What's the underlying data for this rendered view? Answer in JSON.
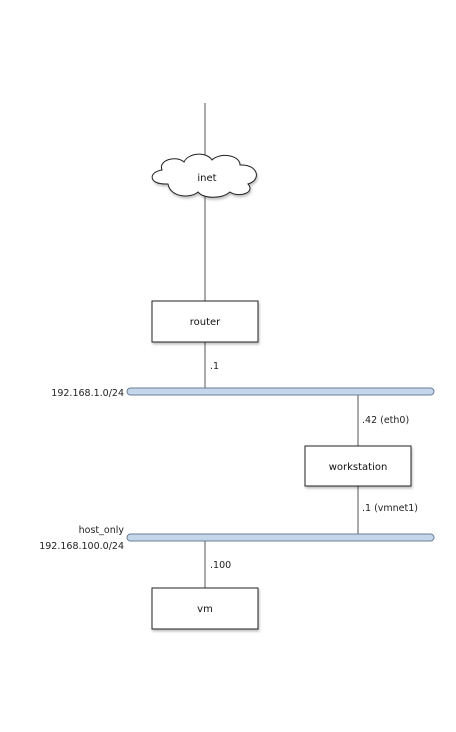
{
  "colors": {
    "line": "#555555",
    "node_border": "#222222",
    "node_fill": "#ffffff",
    "network_bar_fill": "#c4d6ea",
    "network_bar_stroke": "#6a7f96"
  },
  "cloud": {
    "icon": "cloud-icon",
    "label": "inet"
  },
  "nodes": {
    "router": {
      "label": "router"
    },
    "workstation": {
      "label": "workstation"
    },
    "vm": {
      "label": "vm"
    }
  },
  "networks": {
    "lan": {
      "label": "192.168.1.0/24"
    },
    "host_only": {
      "name": "host_only",
      "label": "192.168.100.0/24"
    }
  },
  "edges": {
    "router_lan": {
      "label": ".1"
    },
    "workstation_lan": {
      "label": ".42 (eth0)"
    },
    "workstation_host_only": {
      "label": ".1 (vmnet1)"
    },
    "vm_host_only": {
      "label": ".100"
    }
  }
}
